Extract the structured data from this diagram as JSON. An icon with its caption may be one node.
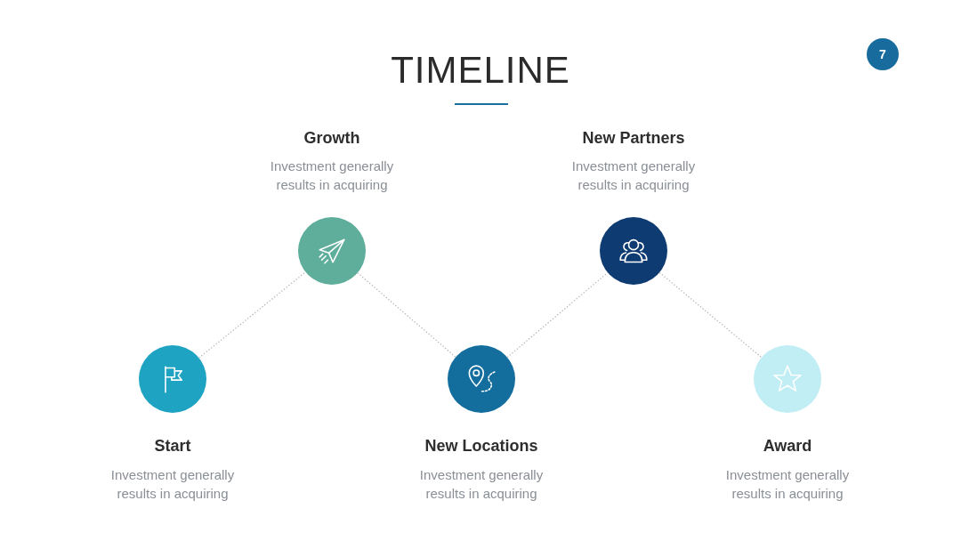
{
  "diagram": {
    "title": "TIMELINE",
    "nodes": [
      {
        "text": [
          "7"
        ]
      },
      {
        "text": [
          "Start",
          "Investment generally results in acquiring"
        ]
      },
      {
        "text": [
          "Growth",
          "Investment generally results in acquiring"
        ]
      },
      {
        "text": [
          "New Locations",
          "Investment generally results in acquiring"
        ]
      },
      {
        "text": [
          "New Partners",
          "Investment generally results in acquiring"
        ]
      },
      {
        "text": [
          "Award",
          "Investment generally results in acquiring"
        ]
      }
    ],
    "edges": [
      {
        "from": 1,
        "to": 2,
        "arrow": "none",
        "style": "dashed"
      },
      {
        "from": 2,
        "to": 3,
        "arrow": "none",
        "style": "dashed"
      },
      {
        "from": 3,
        "to": 4,
        "arrow": "none",
        "style": "dashed"
      },
      {
        "from": 4,
        "to": 5,
        "arrow": "none",
        "style": "dashed"
      }
    ]
  }
}
